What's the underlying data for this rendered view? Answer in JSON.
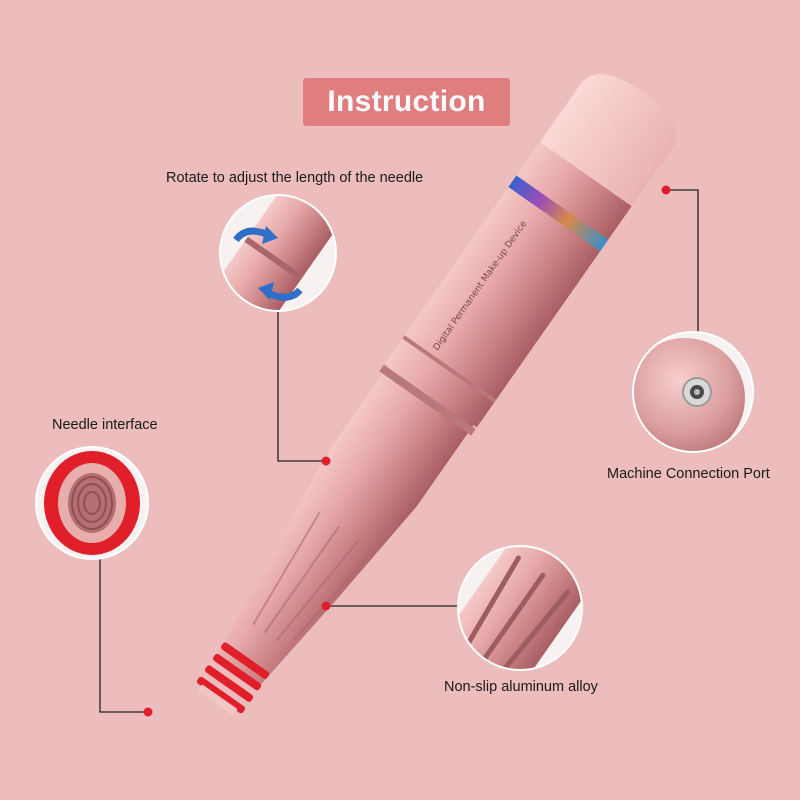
{
  "header": {
    "title": "Instruction"
  },
  "product": {
    "engraving": "Digital Permanent Make-up Device"
  },
  "callouts": {
    "rotate": "Rotate to adjust the length of the needle",
    "needle_interface": "Needle interface",
    "connection_port": "Machine Connection Port",
    "non_slip": "Non-slip aluminum alloy"
  },
  "colors": {
    "background": "#edbcbd",
    "title_badge": "#e07e7f",
    "pen_body": "#d9989a",
    "accent_red": "#e01f2a",
    "rotate_arrows": "#2f6fc8"
  }
}
